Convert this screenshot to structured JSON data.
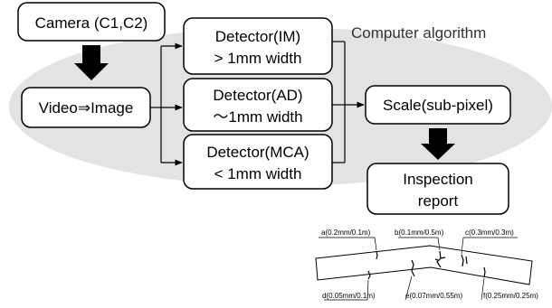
{
  "diagram": {
    "region_label": "Computer algorithm",
    "nodes": {
      "camera": [
        "Camera (C1,C2)"
      ],
      "video": [
        "Video⇒Image"
      ],
      "det_im": [
        "Detector(IM)",
        "> 1mm width"
      ],
      "det_ad": [
        "Detector(AD)",
        "～1mm width"
      ],
      "det_mca": [
        "Detector(MCA)",
        "< 1mm width"
      ],
      "scale": [
        "Scale(sub-pixel)"
      ],
      "report": [
        "Inspection",
        "report"
      ]
    },
    "crack_annotations": {
      "a": "a(0.2mm/0.1m)",
      "b": "b(0.1mm/0.5m)",
      "c": "c(0.3mm/0.3m)",
      "d": "d(0.05mm/0.1m)",
      "e": "e(0.07mm/0.55m)",
      "f": "f(0.25mm/0.25m)"
    }
  }
}
